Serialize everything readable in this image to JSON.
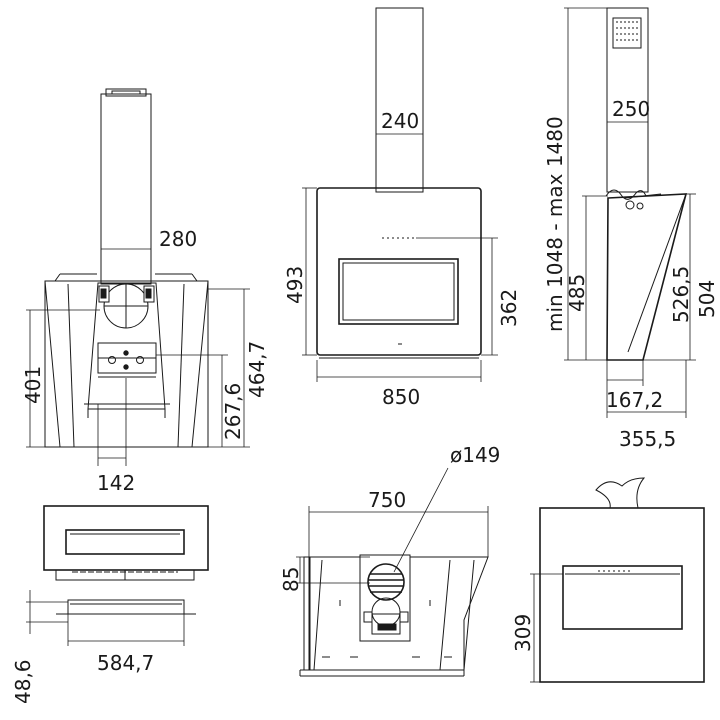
{
  "dimensions": {
    "front_280": "280",
    "front_142": "142",
    "front_401": "401",
    "front_464_7": "464,7",
    "front_267_6": "267,6",
    "mid_240": "240",
    "mid_493": "493",
    "mid_362": "362",
    "mid_850": "850",
    "side_250": "250",
    "side_min_max": "min 1048 - max 1480",
    "side_485": "485",
    "side_526_5": "526,5",
    "side_504": "504",
    "side_167_2": "167,2",
    "side_355_5": "355,5",
    "bottom_48_6": "48,6",
    "bottom_584_7": "584,7",
    "top_750": "750",
    "top_phi149": "ø149",
    "top_85": "85",
    "right_309": "309"
  },
  "colors": {
    "line": "#1a1a1a",
    "background": "#ffffff"
  }
}
